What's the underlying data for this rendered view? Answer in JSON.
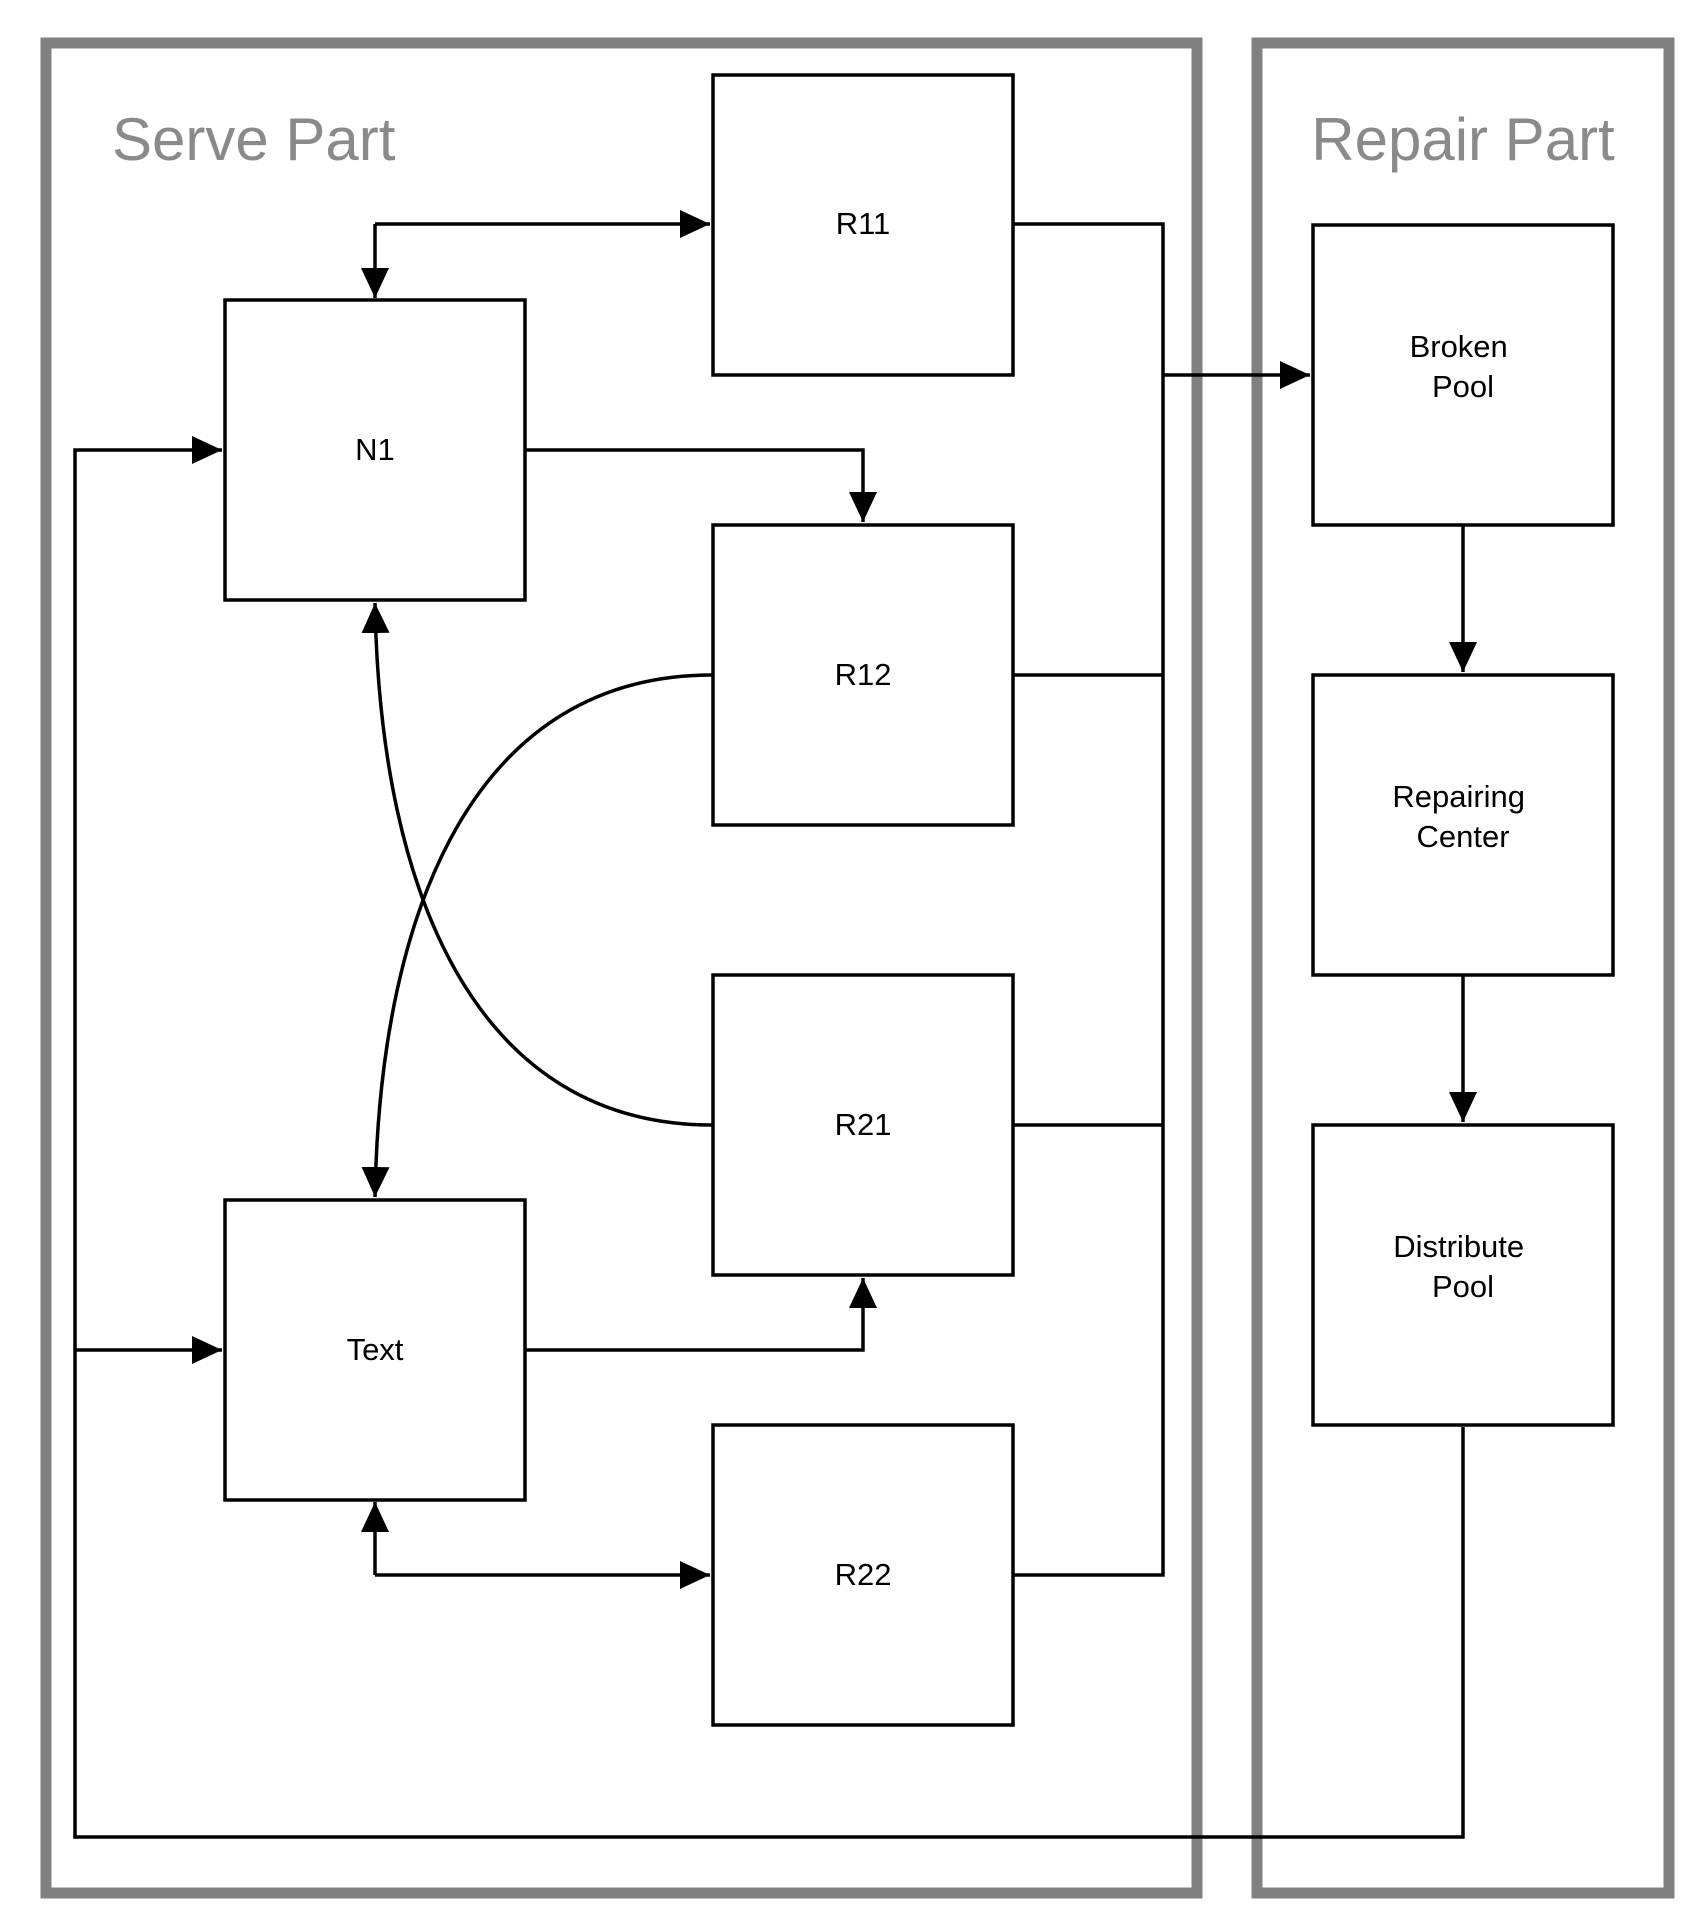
{
  "groups": {
    "serve": {
      "title": "Serve Part"
    },
    "repair": {
      "title": "Repair Part"
    }
  },
  "nodes": {
    "n1": {
      "label": "N1"
    },
    "text": {
      "label": "Text"
    },
    "r11": {
      "label": "R11"
    },
    "r12": {
      "label": "R12"
    },
    "r21": {
      "label": "R21"
    },
    "r22": {
      "label": "R22"
    },
    "broken_pool": {
      "label": [
        "Broken",
        "Pool"
      ]
    },
    "repairing_center": {
      "label": [
        "Repairing",
        "Center"
      ]
    },
    "distribute_pool": {
      "label": [
        "Distribute",
        "Pool"
      ]
    }
  },
  "colors": {
    "group_frame": "#808080",
    "group_title": "#8a8a8a",
    "edge": "#000000",
    "node_border": "#000000",
    "background": "#ffffff"
  }
}
